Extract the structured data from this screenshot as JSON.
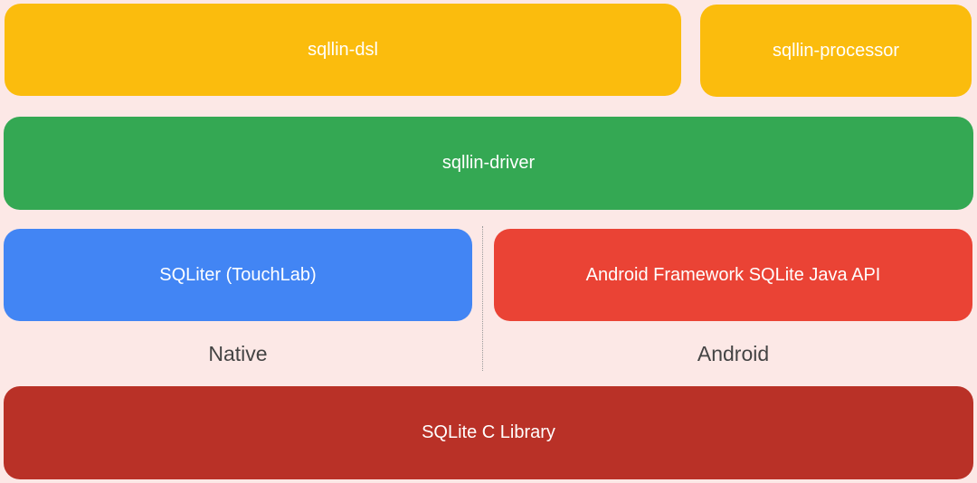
{
  "diagram": {
    "layers": {
      "dsl": "sqllin-dsl",
      "processor": "sqllin-processor",
      "driver": "sqllin-driver",
      "sqliter": "SQLiter (TouchLab)",
      "android_api": "Android Framework SQLite Java API",
      "sqlite_c": "SQLite C Library"
    },
    "platform_labels": {
      "native": "Native",
      "android": "Android"
    },
    "colors": {
      "background": "#fce8e6",
      "dsl_layer": "#fbbc0d",
      "driver_layer": "#34a853",
      "native_layer": "#4285f4",
      "android_layer": "#ea4335",
      "sqlite_layer": "#b93127"
    }
  }
}
